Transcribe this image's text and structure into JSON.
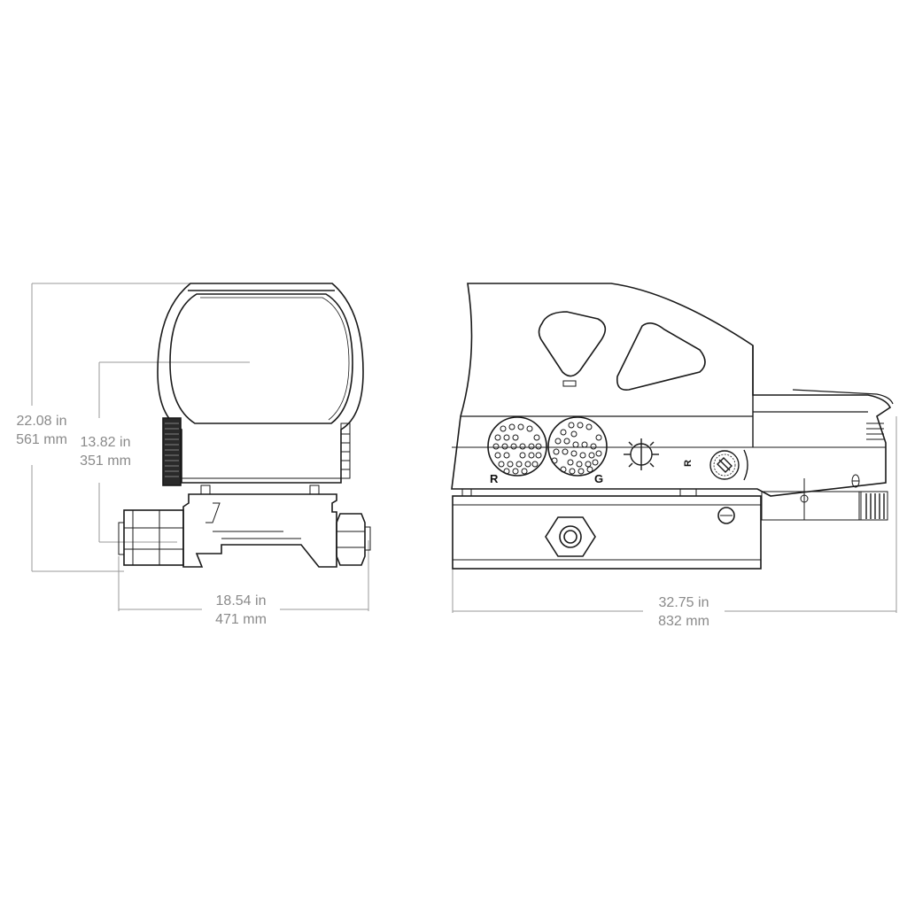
{
  "diagram": {
    "title": "Reflex sight dimension drawing",
    "views": [
      "front-view",
      "side-view"
    ],
    "line_color": "#1a1a1a",
    "dimension_color": "#8a8a8a"
  },
  "dimensions": {
    "overall_height": {
      "in": "22.08 in",
      "mm": "561 mm"
    },
    "window_height": {
      "in": "13.82 in",
      "mm": "351 mm"
    },
    "front_width": {
      "in": "18.54 in",
      "mm": "471 mm"
    },
    "side_length": {
      "in": "32.75 in",
      "mm": "832 mm"
    }
  },
  "markings": {
    "red_label": "R",
    "green_label": "G",
    "reticle_label": "R"
  }
}
